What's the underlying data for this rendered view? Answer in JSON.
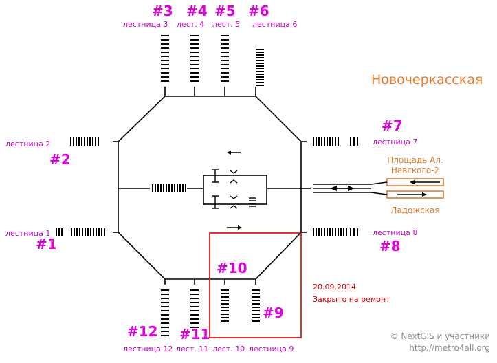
{
  "station_name": "Новочеркасская",
  "exits": [
    {
      "num": "#1",
      "label": "лестница 1"
    },
    {
      "num": "#2",
      "label": "лестница 2"
    },
    {
      "num": "#3",
      "label": "лестница 3"
    },
    {
      "num": "#4",
      "label": "лест. 4"
    },
    {
      "num": "#5",
      "label": "лест. 5"
    },
    {
      "num": "#6",
      "label": "лестница 6"
    },
    {
      "num": "#7",
      "label": "лестница 7"
    },
    {
      "num": "#8",
      "label": "лестница 8"
    },
    {
      "num": "#9",
      "label": "лестница 9"
    },
    {
      "num": "#10",
      "label": "лест. 10"
    },
    {
      "num": "#11",
      "label": "лест. 11"
    },
    {
      "num": "#12",
      "label": "лестница 12"
    }
  ],
  "connections": {
    "upper": [
      "Площадь Ал.",
      "Невского-2"
    ],
    "lower": "Ладожская"
  },
  "closure_note": {
    "date": "20.09.2014",
    "text": "Закрыто на ремонт"
  },
  "credits": {
    "line1": "© NextGIS и участники",
    "line2": "http://metro4all.org"
  },
  "colors": {
    "exit_labels": "#cc00cc",
    "exit_numbers": "#e100e1",
    "station_name": "#ee7b2c",
    "closed_area": "#e00000"
  }
}
